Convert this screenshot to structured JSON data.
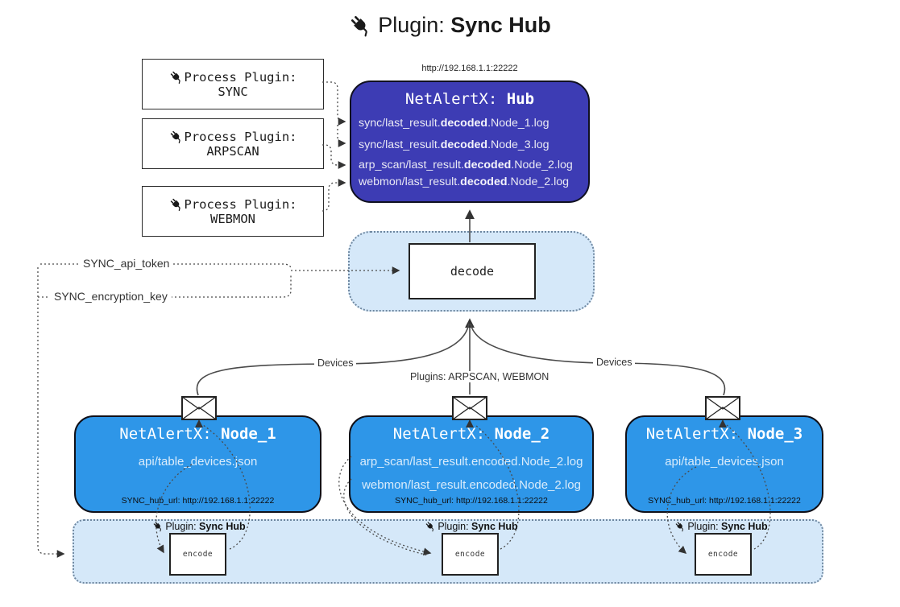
{
  "colors": {
    "hub-bg": "#3d3cb4",
    "node-bg": "#2e96e8",
    "band-bg": "#d5e8f9",
    "band-border": "#6e87a0",
    "line": "#4a4a4a"
  },
  "title": {
    "prefix": "Plugin: ",
    "bold": "Sync Hub"
  },
  "process_plugins": [
    {
      "line1": "Process Plugin:",
      "name": "SYNC"
    },
    {
      "line1": "Process Plugin:",
      "name": "ARPSCAN"
    },
    {
      "line1": "Process Plugin:",
      "name": "WEBMON"
    }
  ],
  "hub": {
    "url": "http://192.168.1.1:22222",
    "title_prefix": "NetAlertX: ",
    "title_bold": "Hub",
    "logs": [
      {
        "prefix": "sync/last_result.",
        "bold": "decoded",
        "suffix": ".Node_1.log"
      },
      {
        "prefix": "sync/last_result.",
        "bold": "decoded",
        "suffix": ".Node_3.log"
      },
      {
        "prefix": "arp_scan/last_result.",
        "bold": "decoded",
        "suffix": ".Node_2.log"
      },
      {
        "prefix": "webmon/last_result.",
        "bold": "decoded",
        "suffix": ".Node_2.log"
      }
    ]
  },
  "decode": {
    "label": "decode"
  },
  "settings": {
    "api_token": "SYNC_api_token",
    "encryption_key": "SYNC_encryption_key"
  },
  "edges": {
    "devices_left": "Devices",
    "devices_right": "Devices",
    "plugins_mid": "Plugins: ARPSCAN, WEBMON"
  },
  "nodes": [
    {
      "title_prefix": "NetAlertX: ",
      "title_bold": "Node_1",
      "files": [
        "api/table_devices.json"
      ],
      "hub_url": "SYNC_hub_url: http://192.168.1.1:22222",
      "plugin_prefix": "Plugin: ",
      "plugin_bold": "Sync Hub",
      "encode_label": "encode"
    },
    {
      "title_prefix": "NetAlertX: ",
      "title_bold": "Node_2",
      "files": [
        "arp_scan/last_result.encoded.Node_2.log",
        "webmon/last_result.encoded.Node_2.log"
      ],
      "hub_url": "SYNC_hub_url: http://192.168.1.1:22222",
      "plugin_prefix": "Plugin: ",
      "plugin_bold": "Sync Hub",
      "encode_label": "encode"
    },
    {
      "title_prefix": "NetAlertX: ",
      "title_bold": "Node_3",
      "files": [
        "api/table_devices.json"
      ],
      "hub_url": "SYNC_hub_url: http://192.168.1.1:22222",
      "plugin_prefix": "Plugin: ",
      "plugin_bold": "Sync Hub",
      "encode_label": "encode"
    }
  ]
}
